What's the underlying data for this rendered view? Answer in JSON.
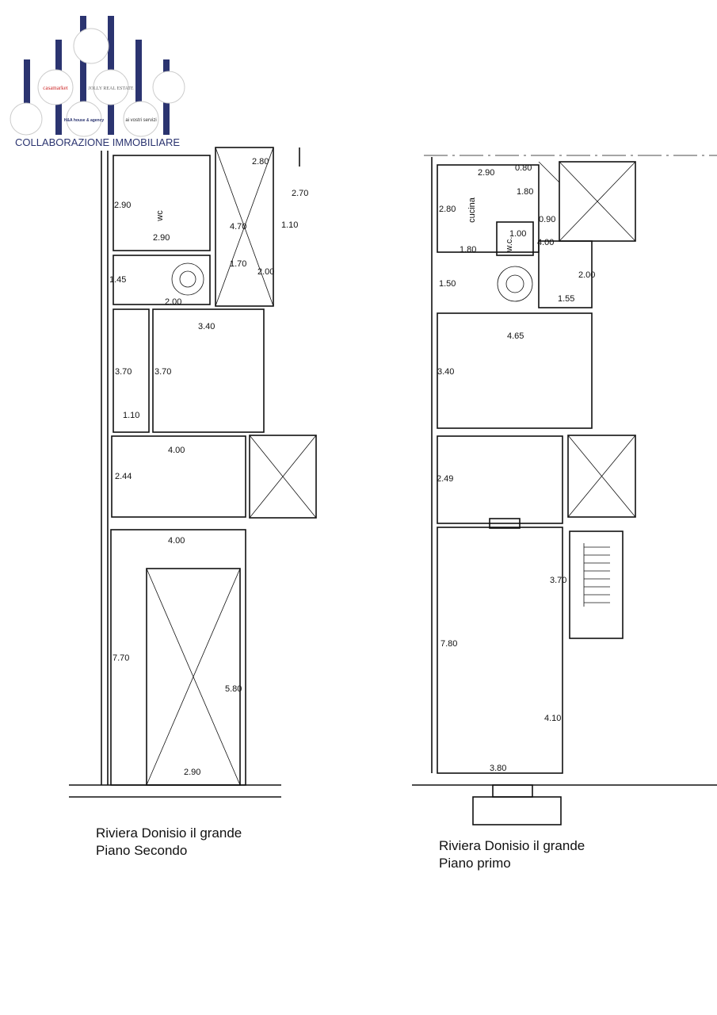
{
  "logo": {
    "title": "COLLABORAZIONE IMMOBILIARE",
    "agencies": [
      "casamarket",
      "JOLLY REAL ESTATE",
      "H&A house & agency",
      "ai vostri servizi"
    ],
    "colors": {
      "bars": "#2b3470",
      "text": "#2b3470"
    }
  },
  "left_plan": {
    "caption_line1": "Riviera Donisio il grande",
    "caption_line2": "Piano Secondo",
    "room_label": "wc",
    "dims": [
      "2.90",
      "2.90",
      "2.80",
      "4.70",
      "2.70",
      "1.10",
      "1.70",
      "2.00",
      "1.45",
      "2.00",
      "3.40",
      "3.70",
      "3.70",
      "1.10",
      "4.00",
      "2.44",
      "4.00",
      "7.70",
      "5.80",
      "2.90"
    ]
  },
  "right_plan": {
    "caption_line1": "Riviera Donisio il grande",
    "caption_line2": "Piano primo",
    "room_labels": [
      "cucina",
      "w.c."
    ],
    "dims": [
      "2.90",
      "0.80",
      "1.80",
      "2.80",
      "0.90",
      "1.00",
      "4.00",
      "1.80",
      "1.50",
      "2.00",
      "1.55",
      "4.65",
      "3.40",
      "2.49",
      "3.70",
      "7.80",
      "4.10",
      "3.80"
    ]
  }
}
